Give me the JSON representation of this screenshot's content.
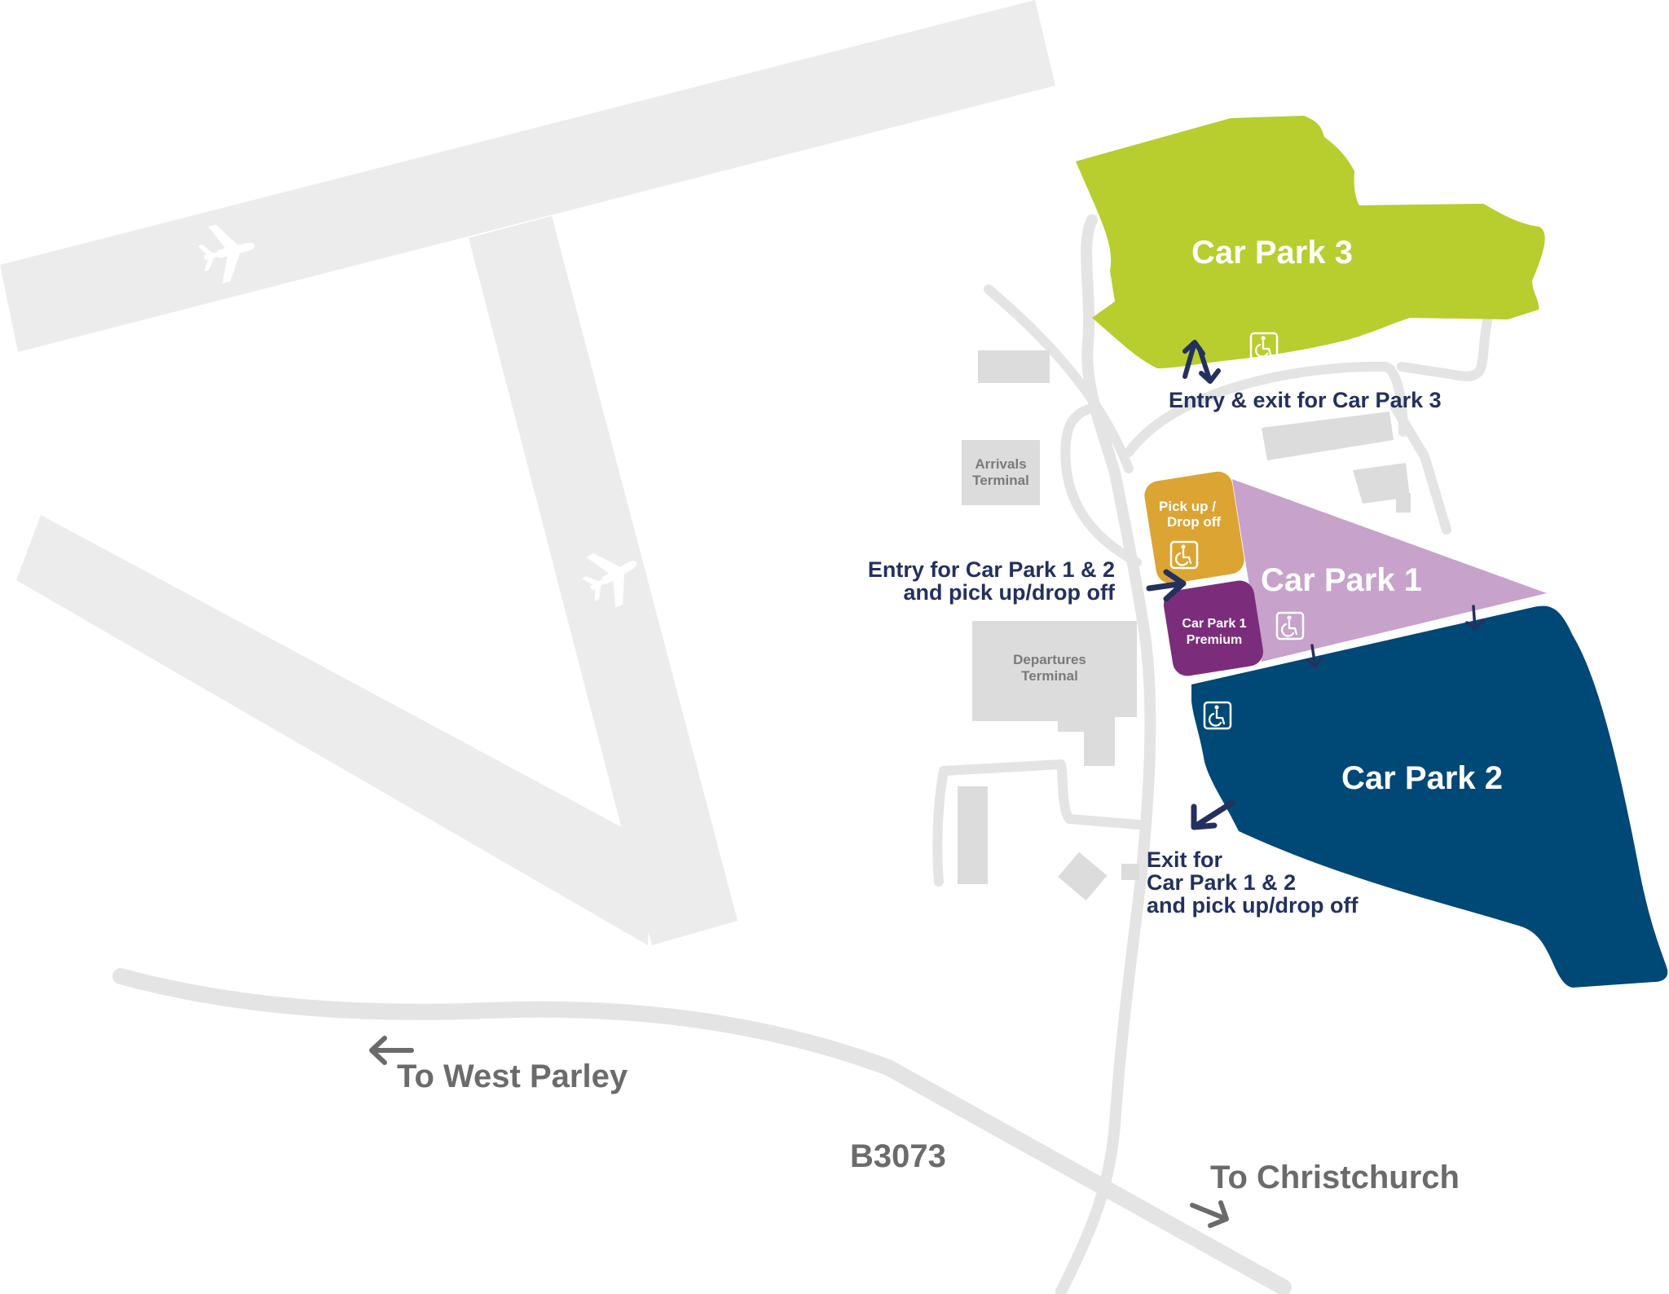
{
  "colors": {
    "background": "#ffffff",
    "runway": "#ececec",
    "road": "#e4e4e4",
    "building": "#dcdcdc",
    "car_park_3": "#b8cd2e",
    "car_park_1": "#c7a2cb",
    "car_park_1_premium": "#7b2d7b",
    "car_park_2": "#004876",
    "pick_up_drop_off": "#dca433",
    "direction_navy": "#24305e",
    "road_arrow_grey": "#6b6b6b"
  },
  "car_parks": {
    "cp3": {
      "label": "Car Park 3",
      "icon": "wheelchair-icon"
    },
    "cp1": {
      "label": "Car Park 1",
      "icon": "wheelchair-icon"
    },
    "cp1_premium": {
      "line1": "Car Park 1",
      "line2": "Premium"
    },
    "cp2": {
      "label": "Car Park 2",
      "icon": "wheelchair-icon"
    },
    "pick_up": {
      "line1": "Pick up /",
      "line2": "Drop off",
      "icon": "wheelchair-icon"
    }
  },
  "terminals": {
    "arrivals": {
      "line1": "Arrivals",
      "line2": "Terminal"
    },
    "departures": {
      "line1": "Departures",
      "line2": "Terminal"
    }
  },
  "directions": {
    "cp3_access": "Entry & exit for Car Park 3",
    "entry_line1": "Entry for Car Park 1 & 2",
    "entry_line2": "and pick up/drop off",
    "exit_line1": "Exit for",
    "exit_line2": "Car Park 1 & 2",
    "exit_line3": "and pick up/drop off"
  },
  "roads": {
    "road_name": "B3073",
    "west": "To West Parley",
    "east": "To Christchurch"
  },
  "icons": [
    "airplane-icon",
    "airplane-icon",
    "wheelchair-icon",
    "arrow-icon"
  ]
}
